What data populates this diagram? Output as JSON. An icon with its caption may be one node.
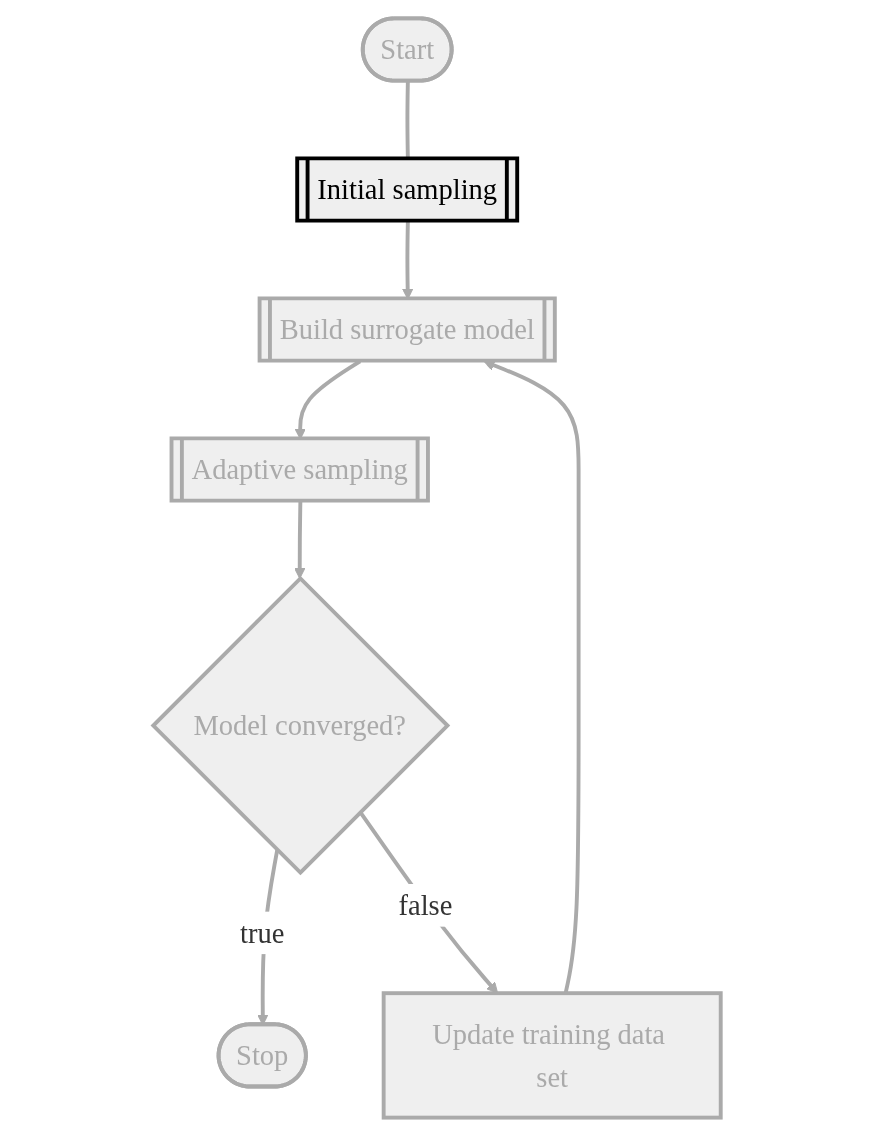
{
  "diagram": {
    "nodes": [
      {
        "text": [
          "Start"
        ]
      },
      {
        "text": [
          "Initial sampling"
        ]
      },
      {
        "text": [
          "Build surrogate model"
        ]
      },
      {
        "text": [
          "Adaptive sampling"
        ]
      },
      {
        "text": [
          "Update training data set"
        ]
      },
      {
        "text": [
          "Model converged?"
        ]
      },
      {
        "text": [
          "Stop"
        ]
      }
    ],
    "edges": [
      {
        "from": 0,
        "to": 1,
        "arrow": "none"
      },
      {
        "from": 1,
        "to": 2,
        "arrow": "to"
      },
      {
        "from": 2,
        "to": 3,
        "arrow": "to"
      },
      {
        "from": 3,
        "to": 5,
        "arrow": "to"
      },
      {
        "from": 5,
        "to": 6,
        "arrow": "to",
        "label": "true"
      },
      {
        "from": 5,
        "to": 4,
        "arrow": "to",
        "label": "false"
      },
      {
        "from": 4,
        "to": 2,
        "arrow": "to"
      }
    ]
  }
}
